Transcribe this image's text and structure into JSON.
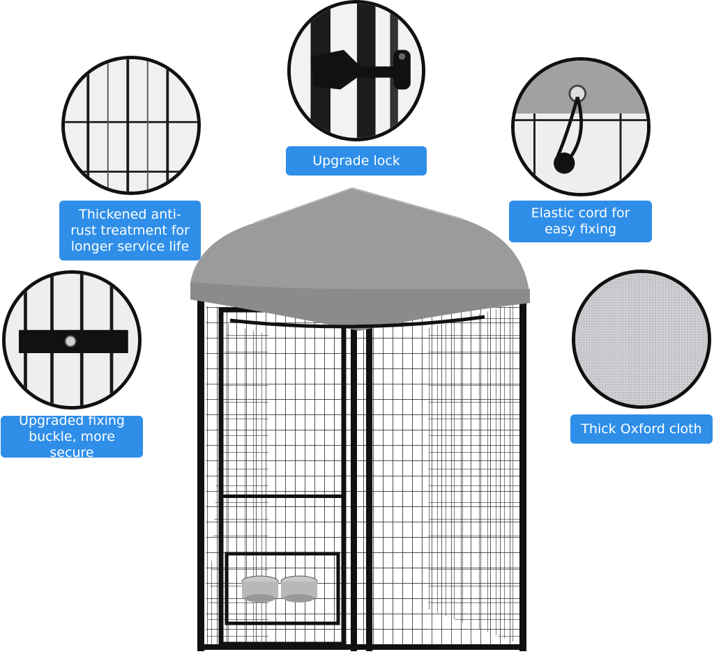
{
  "callouts": {
    "lock": {
      "label": "Upgrade lock",
      "icon": "lock-latch-icon"
    },
    "rust": {
      "label": "Thickened anti-\nrust treatment for\nlonger service life",
      "icon": "wire-mesh-icon"
    },
    "cord": {
      "label": "Elastic cord for\neasy fixing",
      "icon": "elastic-cord-icon"
    },
    "buckle": {
      "label": "Upgraded fixing\nbuckle, more secure",
      "icon": "fixing-buckle-icon"
    },
    "cloth": {
      "label": "Thick Oxford cloth",
      "icon": "fabric-texture-icon"
    }
  },
  "colors": {
    "label_bg": "#2f8ee8",
    "label_text": "#ffffff",
    "frame": "#111111",
    "cover": "#9a9b9d"
  }
}
